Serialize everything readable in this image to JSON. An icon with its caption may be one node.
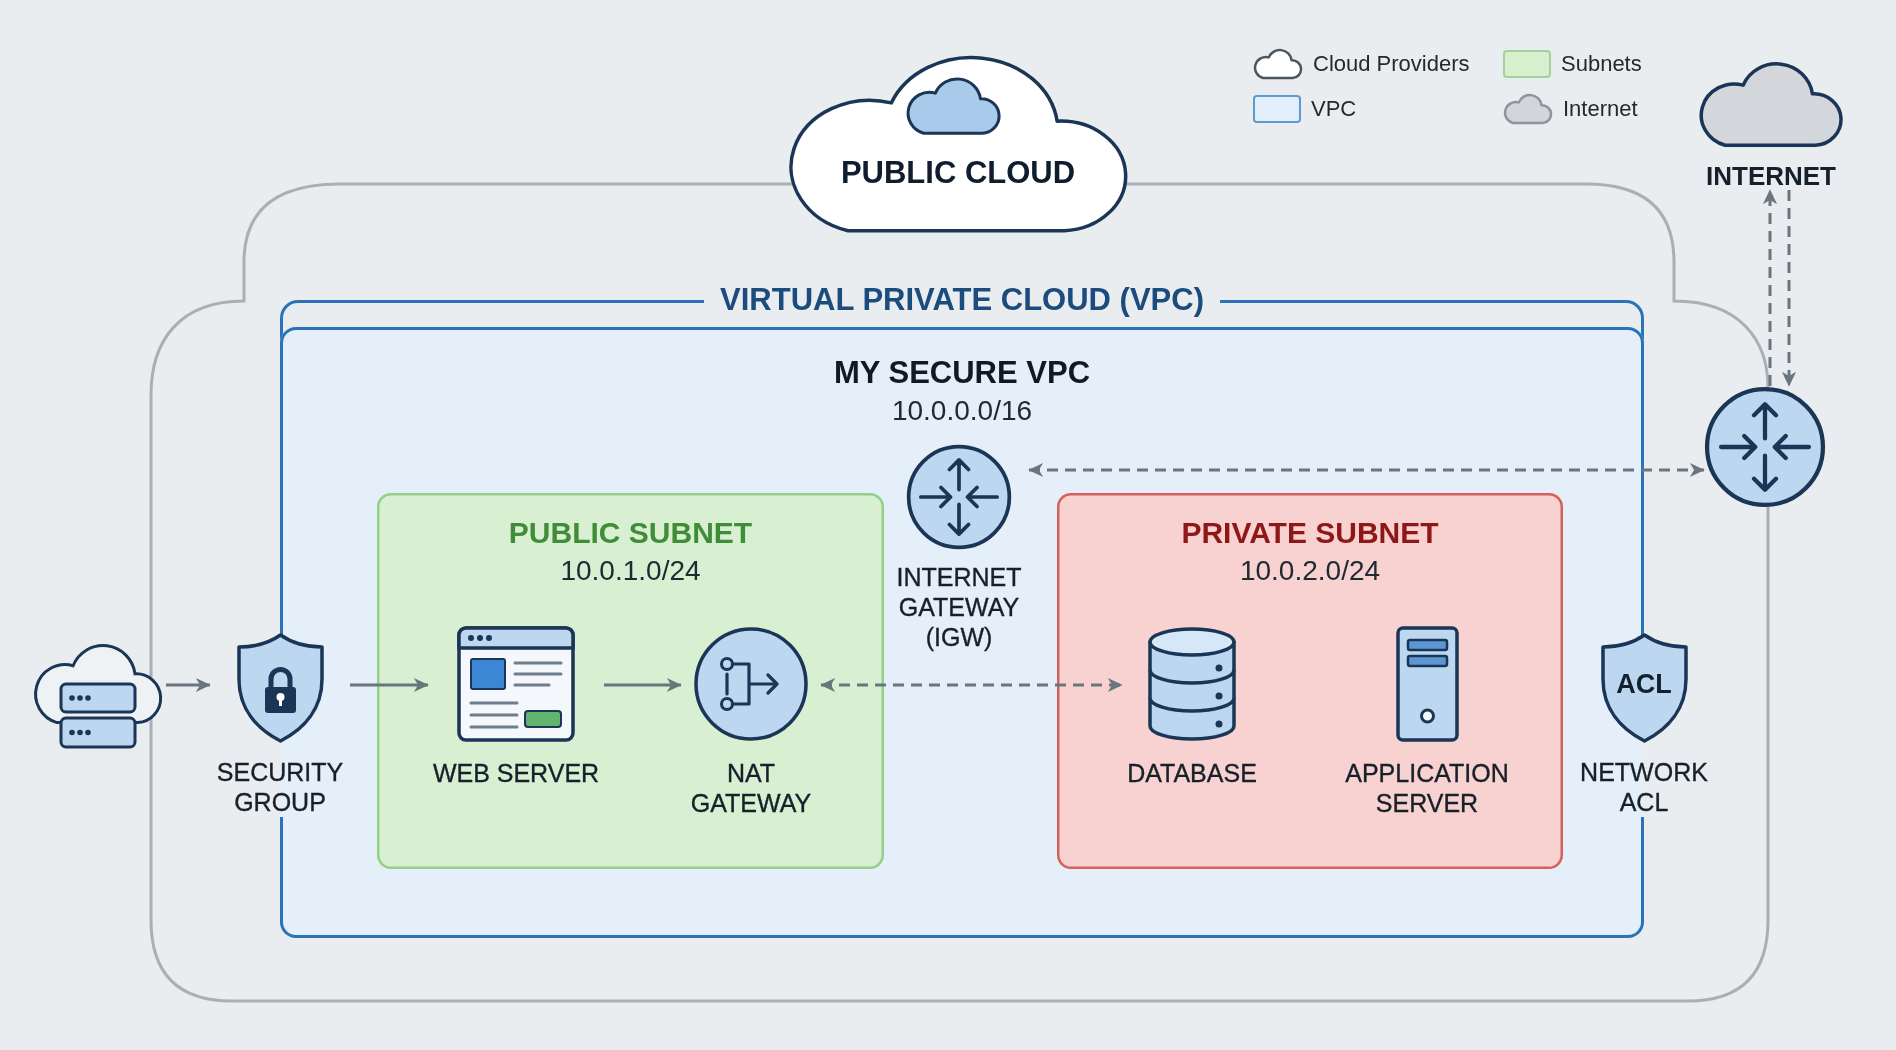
{
  "diagram": {
    "nodes": [
      {
        "text": [
          "PUBLIC CLOUD"
        ]
      },
      {
        "text": [
          "INTERNET"
        ]
      },
      {
        "text": [],
        "shape": "circle"
      },
      {
        "text": [
          "VIRTUAL PRIVATE CLOUD (VPC)"
        ],
        "in": 0
      },
      {
        "text": [
          "MY SECURE VPC",
          "10.0.0.0/16"
        ],
        "in": 3
      },
      {
        "text": [],
        "shape": "picture"
      },
      {
        "text": [
          "SECURITY GROUP"
        ],
        "in": 0
      },
      {
        "text": [
          "PUBLIC SUBNET",
          "10.0.1.0/24"
        ],
        "in": 4
      },
      {
        "text": [
          "WEB SERVER"
        ],
        "in": 7
      },
      {
        "text": [
          "NAT GATEWAY"
        ],
        "in": 7
      },
      {
        "text": [
          "INTERNET GATEWAY (IGW)"
        ],
        "in": 4
      },
      {
        "text": [
          "PRIVATE SUBNET",
          "10.0.2.0/24"
        ],
        "in": 4
      },
      {
        "text": [
          "DATABASE"
        ],
        "in": 11
      },
      {
        "text": [
          "APPLICATION SERVER"
        ],
        "in": 11
      },
      {
        "text": [
          "ACL",
          "NETWORK ACL"
        ],
        "in": 0
      }
    ],
    "edges": [
      {
        "from": 5,
        "to": 6,
        "arrow": "to"
      },
      {
        "from": 6,
        "to": 8,
        "arrow": "to"
      },
      {
        "from": 8,
        "to": 9,
        "arrow": "to"
      },
      {
        "from": 9,
        "to": 12,
        "arrow": "both",
        "style": "dashed"
      },
      {
        "from": 10,
        "to": 2,
        "arrow": "both",
        "style": "dashed"
      },
      {
        "from": 2,
        "to": 1,
        "arrow": "to",
        "style": "dashed"
      },
      {
        "from": 1,
        "to": 2,
        "arrow": "to",
        "style": "dashed"
      }
    ],
    "legend": [
      {
        "text": "Cloud Providers"
      },
      {
        "text": "Subnets",
        "color": "#d6efcf"
      },
      {
        "text": "VPC",
        "color": "#e3f0fb"
      },
      {
        "text": "Internet"
      }
    ]
  }
}
